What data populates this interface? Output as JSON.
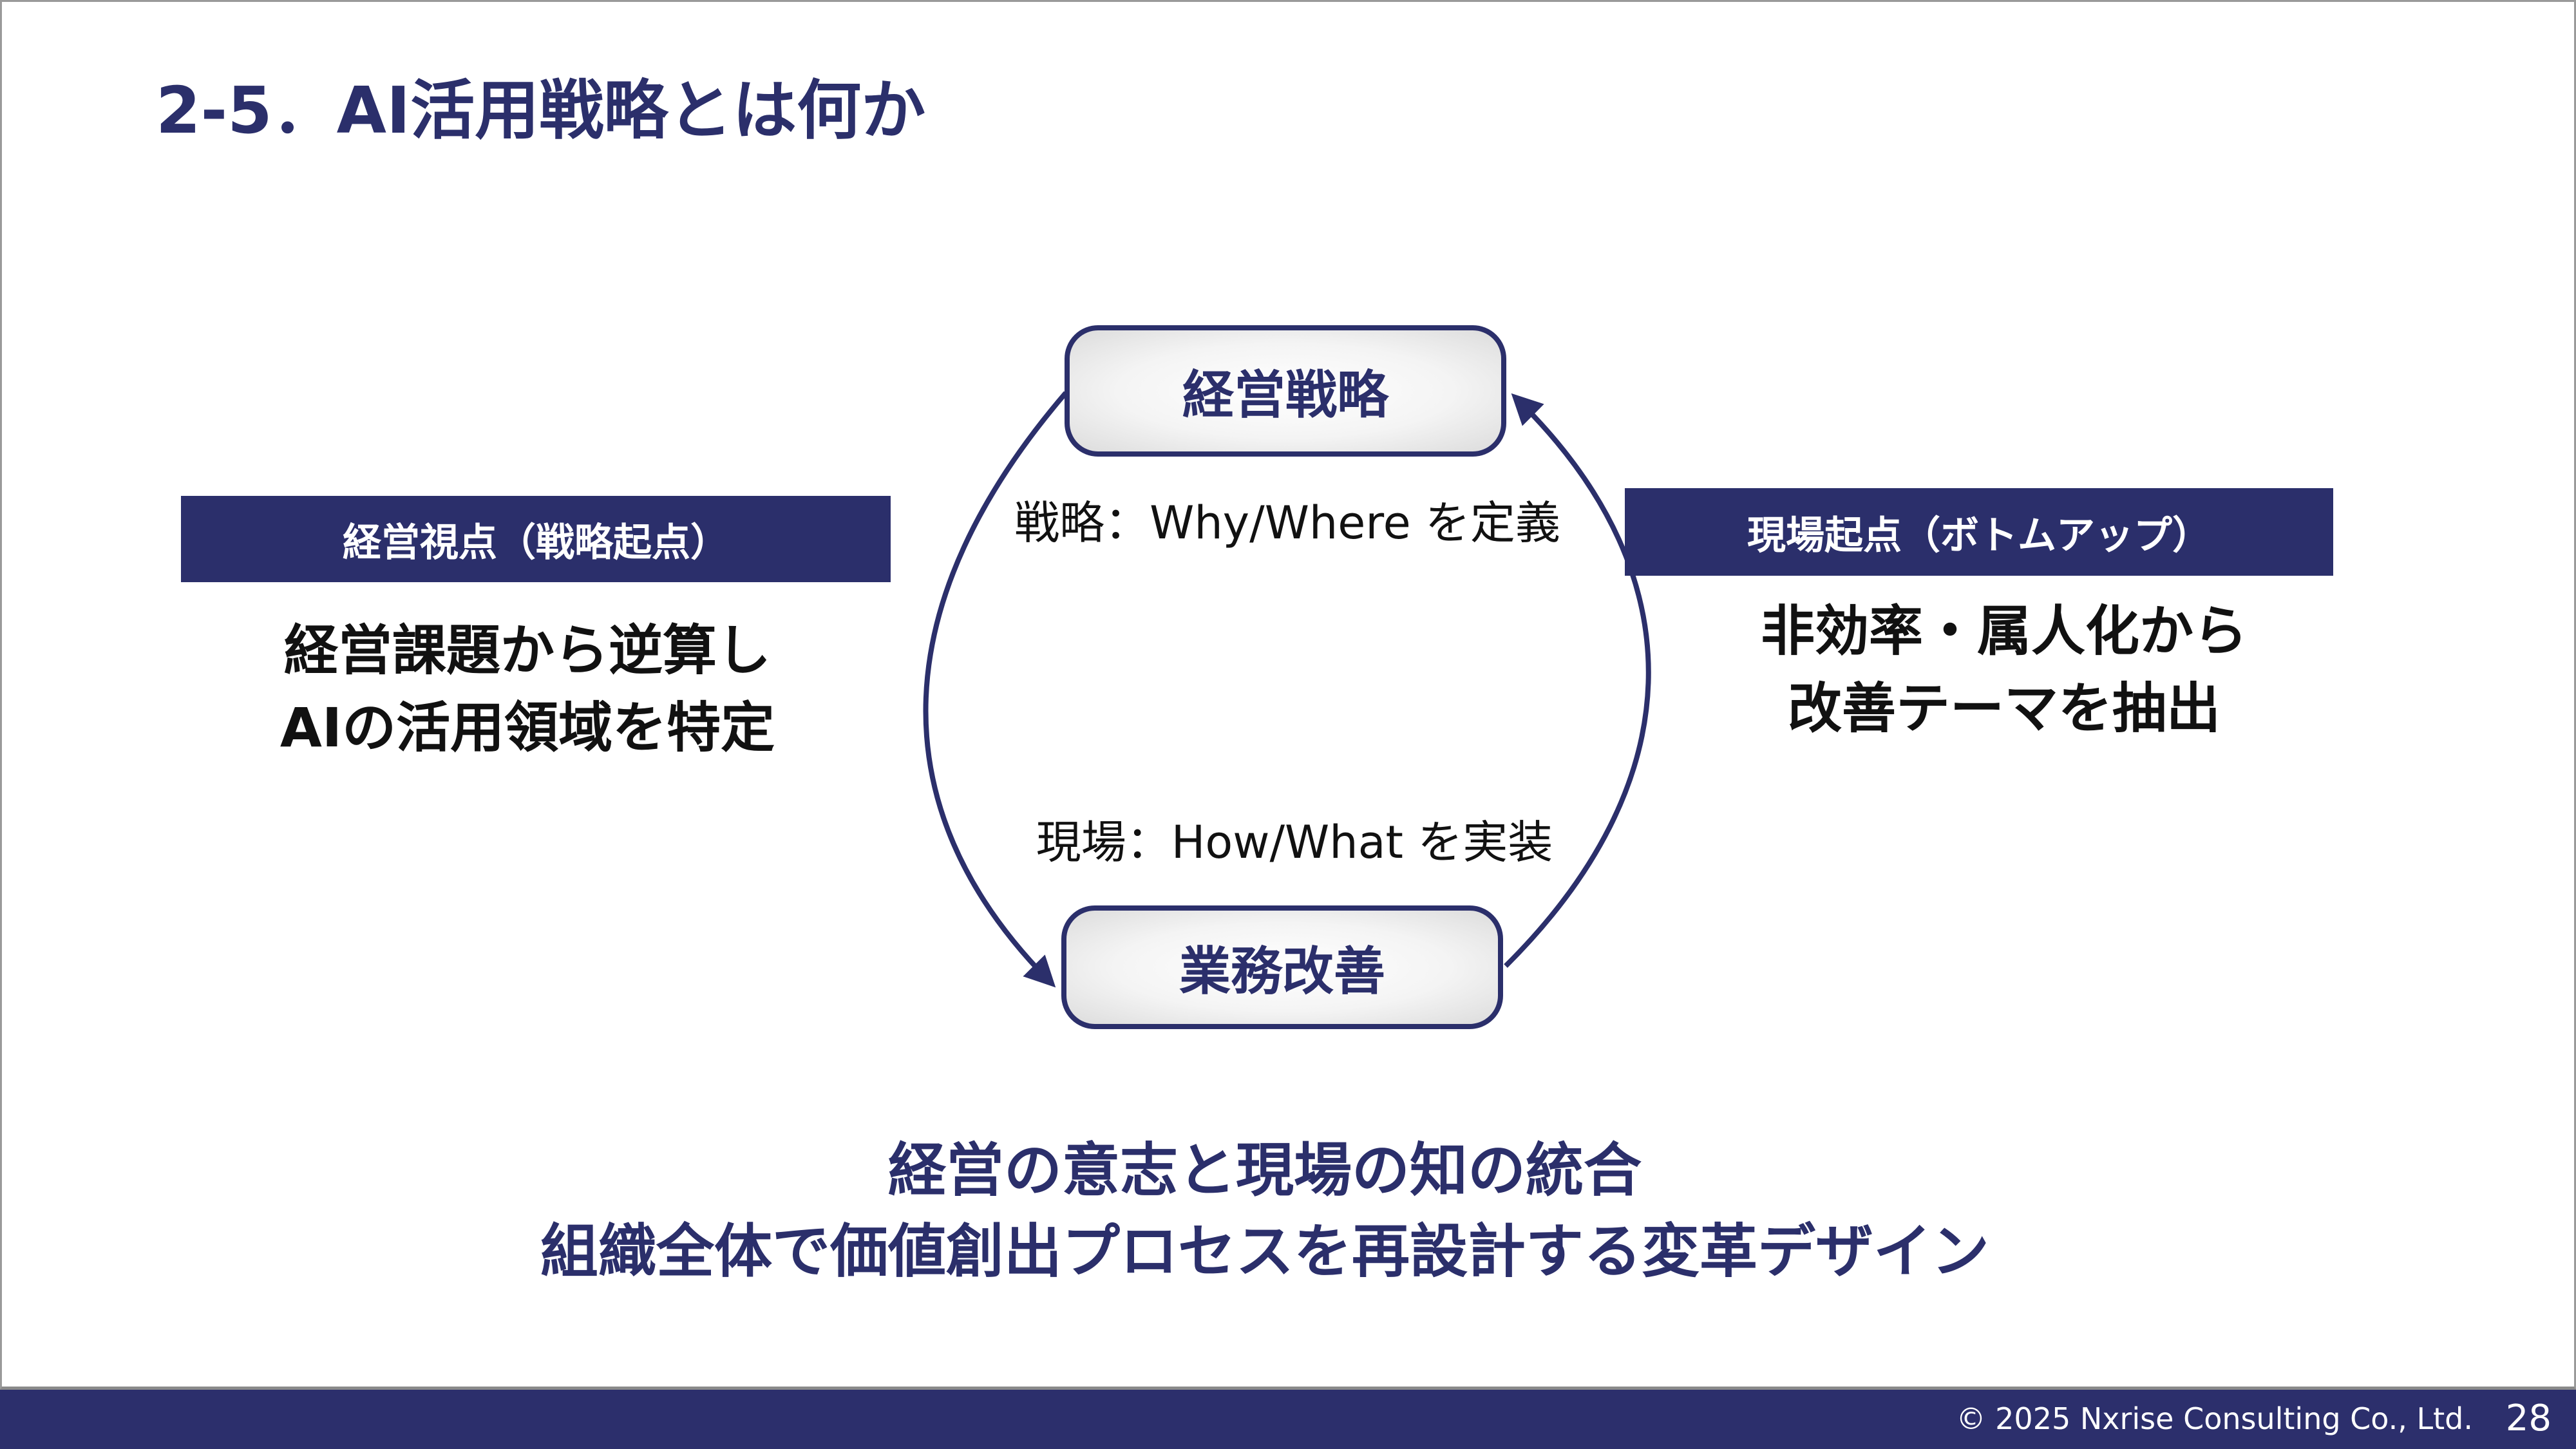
{
  "title": "2-5．AI活用戦略とは何か",
  "cycle": {
    "top_node": "経営戦略",
    "bottom_node": "業務改善",
    "top_label": "戦略：Why/Where を定義",
    "bottom_label": "現場：How/What を実装"
  },
  "left": {
    "header": "経営視点（戦略起点）",
    "lines": [
      "経営課題から逆算し",
      "AIの活用領域を特定"
    ]
  },
  "right": {
    "header": "現場起点（ボトムアップ）",
    "lines": [
      "非効率・属人化から",
      "改善テーマを抽出"
    ]
  },
  "conclusion": [
    "経営の意志と現場の知の統合",
    "組織全体で価値創出プロセスを再設計する変革デザイン"
  ],
  "footer": {
    "copyright": "© 2025 Nxrise Consulting Co., Ltd.",
    "page": "28"
  },
  "colors": {
    "navy": "#2b2f6b"
  }
}
